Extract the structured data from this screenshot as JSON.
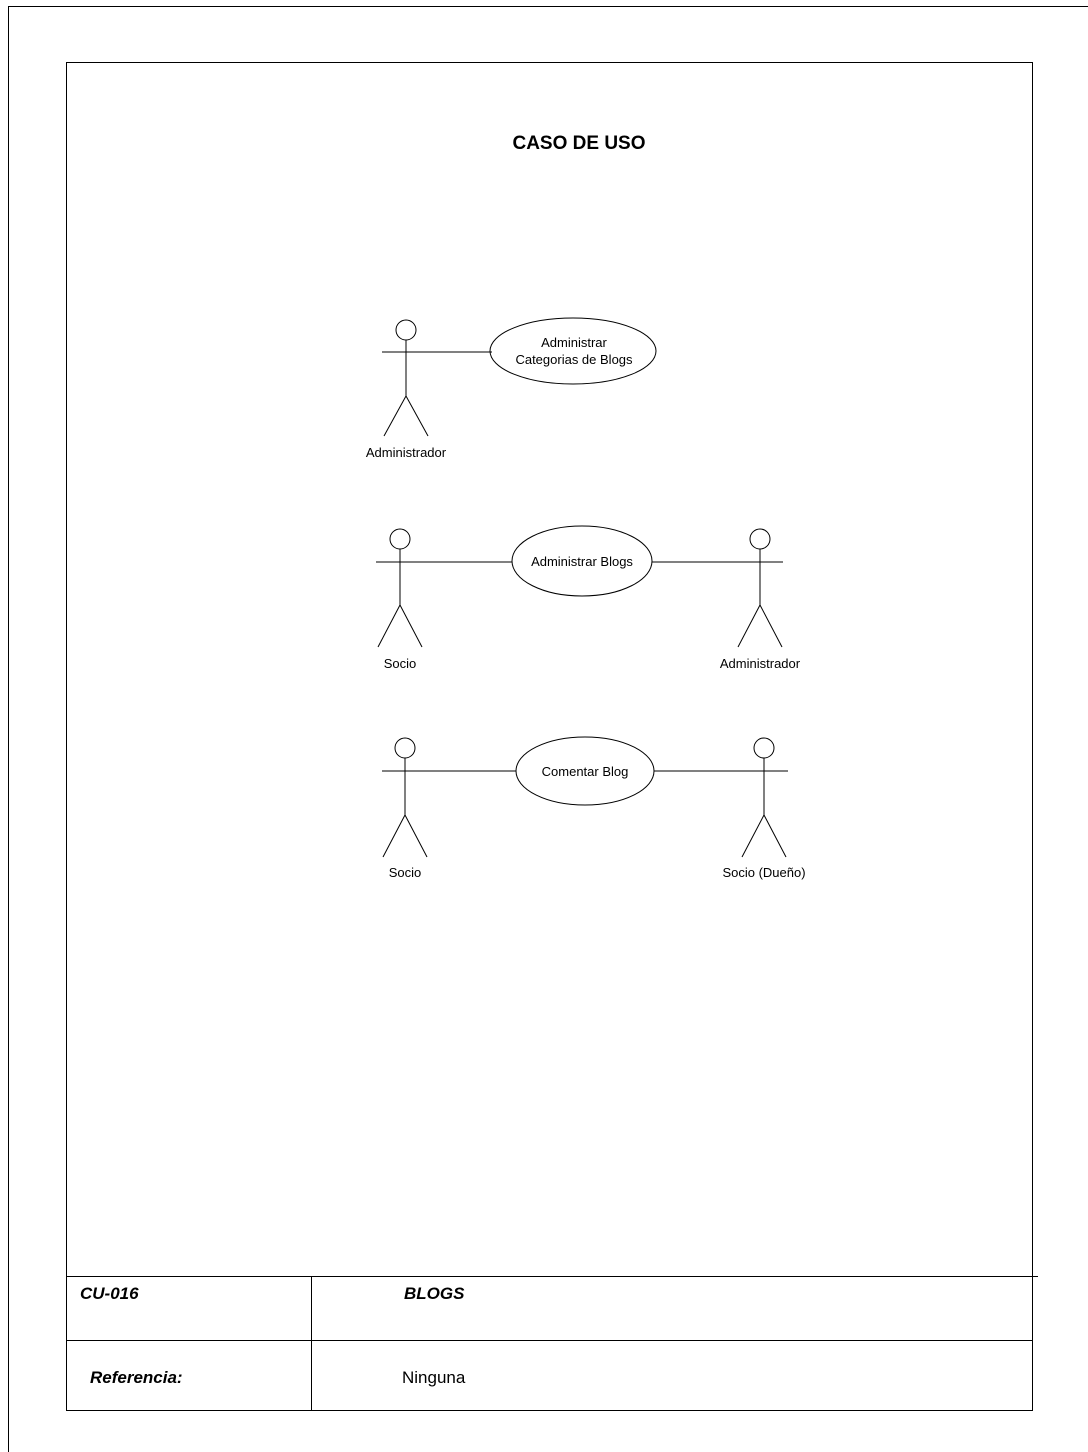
{
  "title": "CASO DE USO",
  "use_cases": {
    "uc1": {
      "line1": "Administrar",
      "line2": "Categorias de Blogs"
    },
    "uc2": "Administrar Blogs",
    "uc3": "Comentar Blog"
  },
  "actors": {
    "a1": "Administrador",
    "a2_left": "Socio",
    "a2_right": "Administrador",
    "a3_left": "Socio",
    "a3_right": "Socio (Dueño)"
  },
  "footer": {
    "code": "CU-016",
    "name": "BLOGS",
    "reference_label": "Referencia:",
    "reference_value": "Ninguna"
  }
}
